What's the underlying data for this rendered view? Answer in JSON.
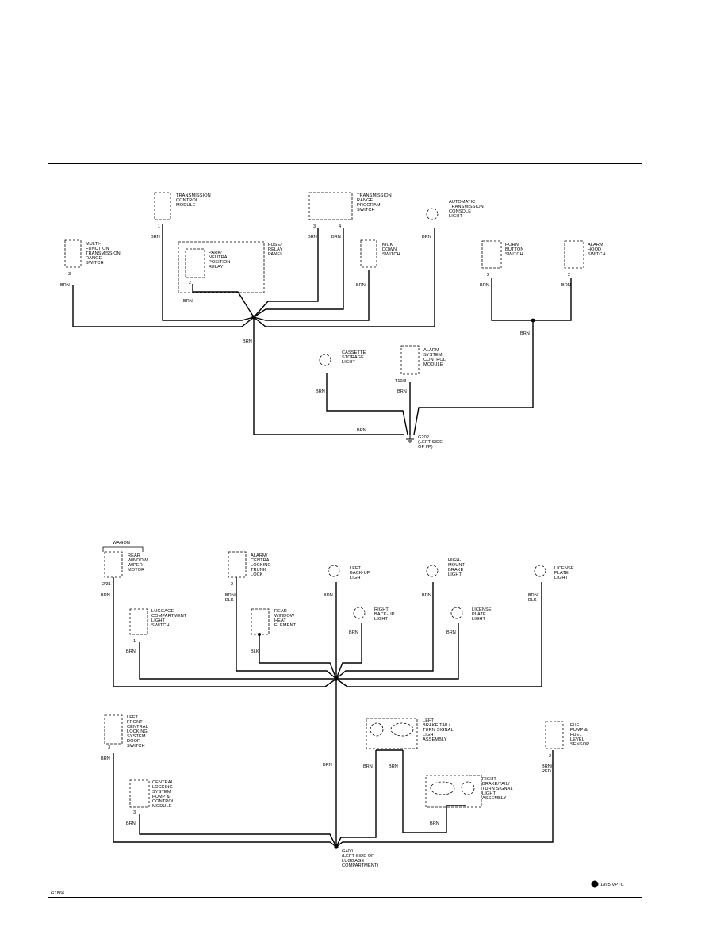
{
  "components": {
    "transmission_control_module": {
      "label": [
        "TRANSMISSION",
        "CONTROL",
        "MODULE"
      ],
      "pin": "1",
      "wire": "BRN"
    },
    "transmission_range_program_switch": {
      "label": [
        "TRANSMISSION",
        "RANGE",
        "PROGRAM",
        "SWITCH"
      ],
      "pin_a": "3",
      "pin_b": "4",
      "wire_a": "BRN",
      "wire_b": "BRN"
    },
    "automatic_transmission_console_light": {
      "label": [
        "AUTOMATIC",
        "TRANSMISSION",
        "CONSOLE",
        "LIGHT"
      ],
      "wire": "BRN"
    },
    "multi_function_transmission_range_switch": {
      "label": [
        "MULTI-",
        "FUNCTION",
        "TRANSMISSION",
        "RANGE",
        "SWITCH"
      ],
      "pin": "3",
      "wire": "BRN"
    },
    "fuse_relay_panel": {
      "label": [
        "FUSE/",
        "RELAY",
        "PANEL"
      ]
    },
    "park_neutral_position_relay": {
      "label": [
        "PARK/",
        "NEUTRAL",
        "POSITION",
        "RELAY"
      ],
      "pin": "2",
      "wire": "BRN"
    },
    "kick_down_switch": {
      "label": [
        "KICK",
        "DOWN",
        "SWITCH"
      ],
      "wire": "BRN"
    },
    "horn_button_switch": {
      "label": [
        "HORN",
        "BUTTON",
        "SWITCH"
      ],
      "pin": "2",
      "wire": "BRN"
    },
    "alarm_hood_switch": {
      "label": [
        "ALARM",
        "HOOD",
        "SWITCH"
      ],
      "pin": "2",
      "wire": "BRN"
    },
    "cassette_storage_light": {
      "label": [
        "CASSETTE",
        "STORAGE",
        "LIGHT"
      ],
      "wire": "BRN"
    },
    "alarm_system_control_module": {
      "label": [
        "ALARM",
        "SYSTEM",
        "CONTROL",
        "MODULE"
      ],
      "pin": "T10/3",
      "wire": "BRN"
    },
    "wagon_bracket": "WAGON",
    "rear_window_wiper_motor": {
      "label": [
        "REAR",
        "WINDOW",
        "WIPER",
        "MOTOR"
      ],
      "pin": "2/31",
      "wire": "BRN"
    },
    "alarm_central_locking_trunk_lock": {
      "label": [
        "ALARM/",
        "CENTRAL",
        "LOCKING",
        "TRUNK",
        "LOCK"
      ],
      "pin": "2",
      "wire": [
        "BRN/",
        "BLK"
      ]
    },
    "left_back_up_light": {
      "label": [
        "LEFT",
        "BACK-UP",
        "LIGHT"
      ],
      "wire": "BRN"
    },
    "high_mount_brake_light": {
      "label": [
        "HIGH-",
        "MOUNT",
        "BRAKE",
        "LIGHT"
      ],
      "wire": "BRN"
    },
    "license_plate_light_right": {
      "label": [
        "LICENSE",
        "PLATE",
        "LIGHT"
      ],
      "wire": [
        "BRN/",
        "BLK"
      ]
    },
    "luggage_compartment_light_switch": {
      "label": [
        "LUGGAGE",
        "COMPARTMENT",
        "LIGHT",
        "SWITCH"
      ],
      "pin": "1",
      "wire": "BRN"
    },
    "rear_window_heat_element": {
      "label": [
        "REAR",
        "WINDOW",
        "HEAT",
        "ELEMENT"
      ],
      "wire": "BLK"
    },
    "right_back_up_light": {
      "label": [
        "RIGHT",
        "BACK-UP",
        "LIGHT"
      ],
      "wire": "BRN"
    },
    "license_plate_light_mid": {
      "label": [
        "LICENSE",
        "PLATE",
        "LIGHT"
      ],
      "wire": "BRN"
    },
    "left_front_central_locking_door_switch": {
      "label": [
        "LEFT",
        "FRONT",
        "CENTRAL",
        "LOCKING",
        "SYSTEM",
        "DOOR",
        "SWITCH"
      ],
      "pin": "3",
      "wire": "BRN"
    },
    "left_brake_tail_turn_signal_light": {
      "label": [
        "LEFT",
        "BRAKE/TAIL/",
        "TURN SIGNAL",
        "LIGHT",
        "ASSEMBLY"
      ],
      "wire_a": "BRN",
      "wire_b": "BRN"
    },
    "fuel_pump_level_sensor": {
      "label": [
        "FUEL",
        "PUMP &",
        "FUEL",
        "LEVEL",
        "SENSOR"
      ],
      "pin": "2",
      "wire": [
        "BRN/",
        "RED"
      ]
    },
    "central_locking_pump_control_module": {
      "label": [
        "CENTRAL",
        "LOCKING",
        "SYSTEM",
        "PUMP &",
        "CONTROL",
        "MODULE"
      ],
      "pin": "3",
      "wire": "BRN"
    },
    "right_brake_tail_turn_signal_light": {
      "label": [
        "RIGHT",
        "BRAKE/TAIL/",
        "TURN SIGNAL",
        "LIGHT",
        "ASSEMBLY"
      ],
      "wire": "BRN"
    }
  },
  "splices": {
    "upper_trunk_wire": "BRN",
    "horn_alarm_trunk_wire": "BRN",
    "g202_feed_wire": "BRN",
    "lower_trunk_wire": "BRN"
  },
  "grounds": {
    "g202": {
      "label": [
        "G202",
        "(LEFT SIDE",
        "OF I/P)"
      ]
    },
    "g400": {
      "label": [
        "G400",
        "(LEFT SIDE OF",
        "LUGGAGE",
        "COMPARTMENT)"
      ]
    }
  },
  "footer": {
    "figure_code": "G1866",
    "copyright": "1995 VPTC"
  }
}
